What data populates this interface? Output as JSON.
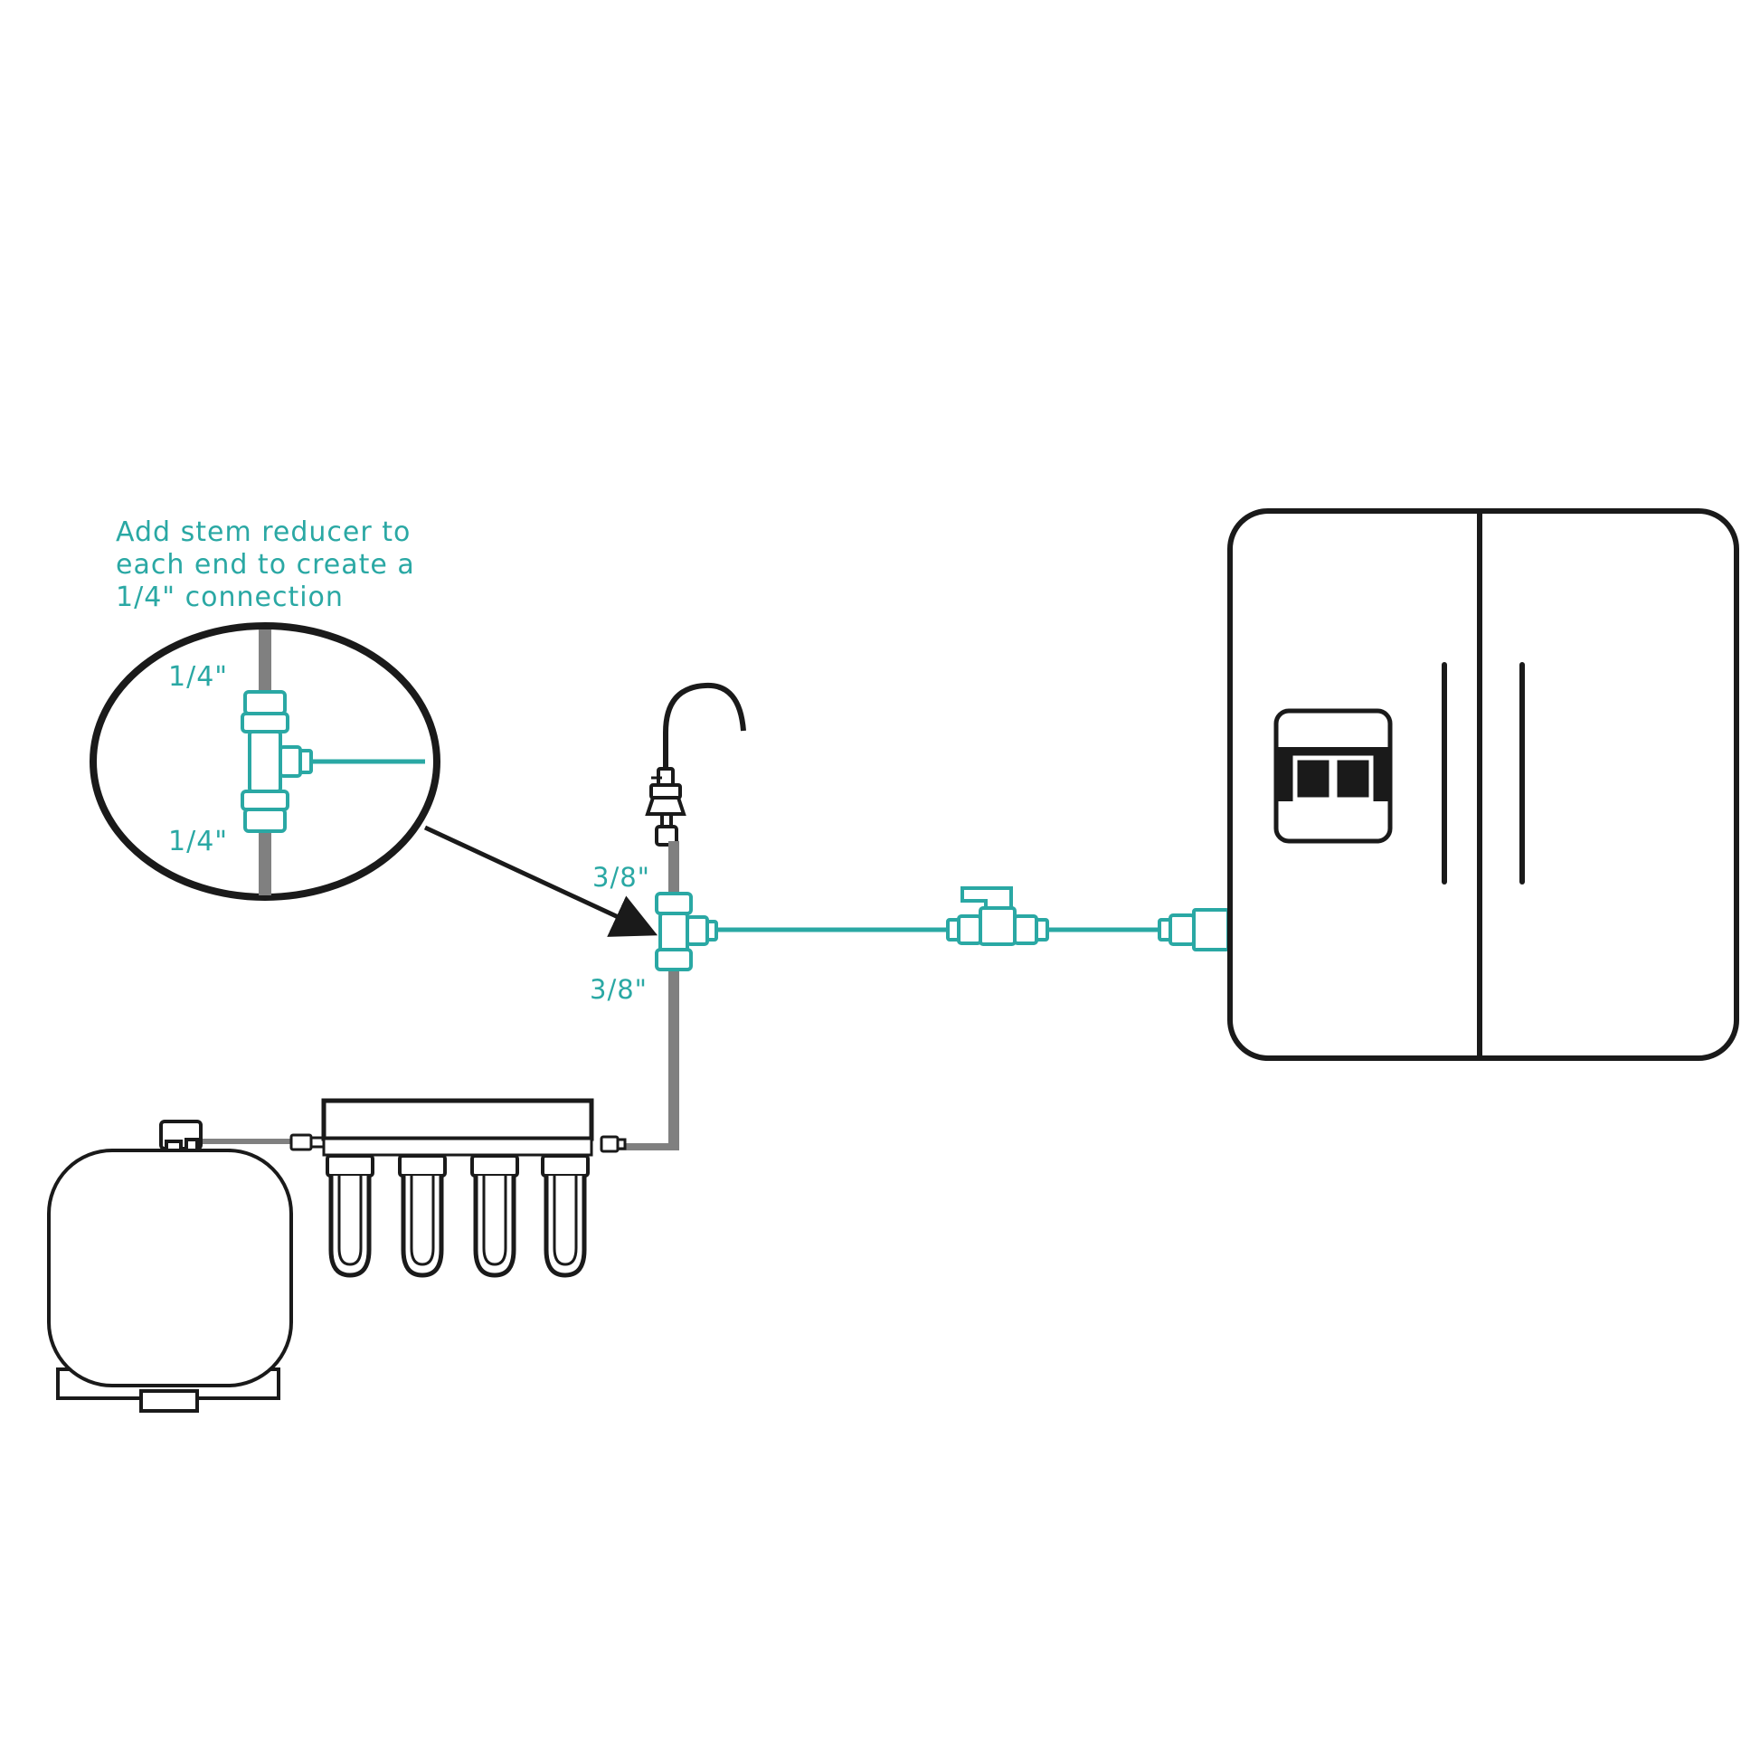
{
  "note": {
    "lines": [
      "Add stem reducer to",
      "each end to create a",
      "1/4\" connection"
    ]
  },
  "labels": {
    "inset_top": "1/4\"",
    "inset_bottom": "1/4\"",
    "tee_top": "3/8\"",
    "tee_bottom": "3/8\""
  },
  "colors": {
    "accent": "#2aa8a4",
    "line": "#1a1a1a",
    "tube": "#808080",
    "fill": "#ffffff"
  }
}
